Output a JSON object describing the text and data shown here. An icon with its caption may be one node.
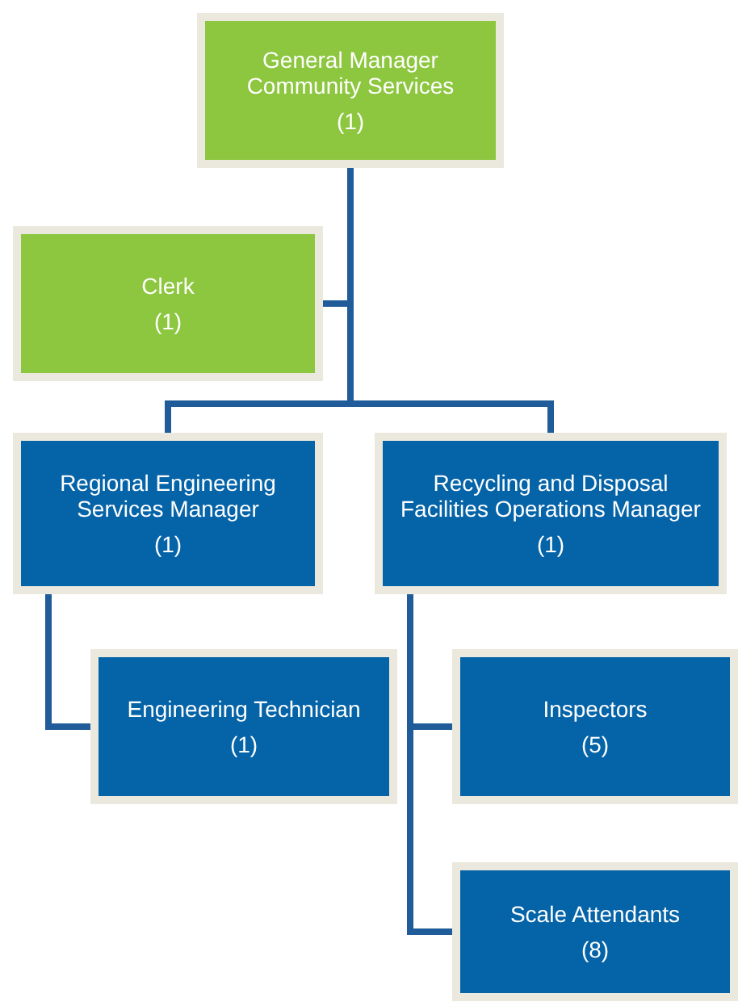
{
  "diagram": {
    "nodes": [
      {
        "text": [
          "General Manager Community Services",
          "(1)"
        ]
      },
      {
        "text": [
          "Clerk",
          "(1)"
        ]
      },
      {
        "text": [
          "Regional Engineering Services Manager",
          "(1)"
        ]
      },
      {
        "text": [
          "Recycling and Disposal Facilities Operations Manager",
          "(1)"
        ]
      },
      {
        "text": [
          "Engineering Technician",
          "(1)"
        ]
      },
      {
        "text": [
          "Inspectors",
          "(5)"
        ]
      },
      {
        "text": [
          "Scale Attendants",
          "(8)"
        ]
      }
    ],
    "edges": [
      {
        "from": 0,
        "to": 1,
        "arrow": "none"
      },
      {
        "from": 0,
        "to": 2,
        "arrow": "none"
      },
      {
        "from": 0,
        "to": 3,
        "arrow": "none"
      },
      {
        "from": 2,
        "to": 4,
        "arrow": "none"
      },
      {
        "from": 3,
        "to": 5,
        "arrow": "none"
      },
      {
        "from": 3,
        "to": 6,
        "arrow": "none"
      }
    ]
  }
}
